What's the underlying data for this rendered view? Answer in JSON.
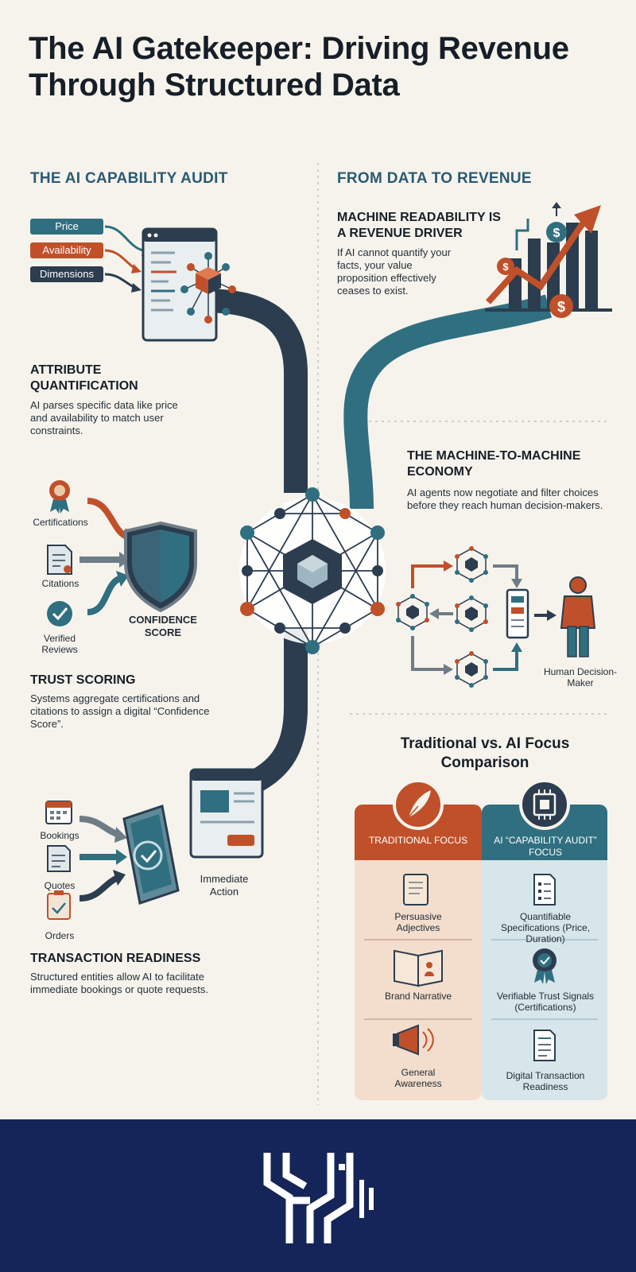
{
  "title": "The AI Gatekeeper: Driving Revenue Through Structured Data",
  "left_column": {
    "heading": "THE AI CAPABILITY AUDIT",
    "attribute_pills": [
      "Price",
      "Availability",
      "Dimensions"
    ],
    "attribute": {
      "heading": "ATTRIBUTE QUANTIFICATION",
      "body": "AI parses specific data like price and availability to match user constraints."
    },
    "trust_inputs": [
      "Certifications",
      "Citations",
      "Verified Reviews"
    ],
    "confidence_label": "CONFIDENCE SCORE",
    "trust": {
      "heading": "TRUST SCORING",
      "body": "Systems aggregate certifications and citations to assign a digital “Confidence Score”."
    },
    "transaction_inputs": [
      "Bookings",
      "Quotes",
      "Orders"
    ],
    "action_label": "Immediate Action",
    "transaction": {
      "heading": "TRANSACTION READINESS",
      "body": "Structured entities allow AI to facilitate immediate bookings or quote requests."
    }
  },
  "right_column": {
    "heading": "FROM DATA TO REVENUE",
    "readability": {
      "heading": "MACHINE READABILITY IS A REVENUE DRIVER",
      "body": "If AI cannot quantify your facts, your value proposition effectively ceases to exist."
    },
    "m2m": {
      "heading": "THE MACHINE-TO-MACHINE ECONOMY",
      "body": "AI agents now negotiate and filter choices before they reach human decision-makers."
    },
    "human_label": "Human Decision-Maker",
    "comparison": {
      "title": "Traditional vs. AI Focus Comparison",
      "traditional_header": "TRADITIONAL FOCUS",
      "ai_header": "AI “CAPABILITY AUDIT” FOCUS",
      "traditional_items": [
        "Persuasive Adjectives",
        "Brand Narrative",
        "General Awareness"
      ],
      "ai_items": [
        "Quantifiable Specifications (Price, Duration)",
        "Verifiable Trust Signals (Certifications)",
        "Digital Transaction Readiness"
      ]
    }
  },
  "colors": {
    "navy": "#2b3d4f",
    "teal": "#2f6f80",
    "orange": "#c0502a",
    "footer": "#152559",
    "cream": "#f6f3ec"
  }
}
